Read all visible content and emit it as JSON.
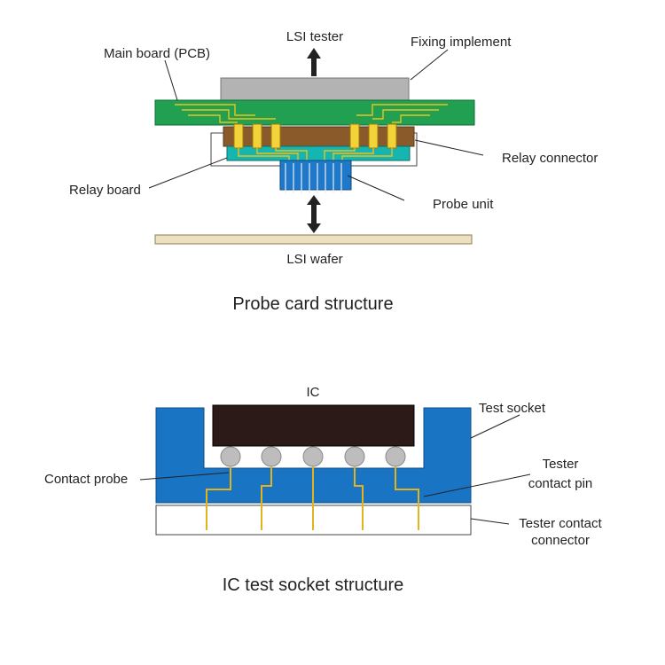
{
  "probe_card": {
    "title": "Probe card structure",
    "labels": {
      "lsi_tester": "LSI tester",
      "main_board": "Main board (PCB)",
      "fixing_implement": "Fixing implement",
      "relay_connector": "Relay connector",
      "relay_board": "Relay board",
      "probe_unit": "Probe unit",
      "lsi_wafer": "LSI wafer"
    }
  },
  "ic_socket": {
    "title": "IC test socket structure",
    "labels": {
      "ic": "IC",
      "test_socket": "Test socket",
      "contact_probe": "Contact probe",
      "tester_contact_pin_line1": "Tester",
      "tester_contact_pin_line2": "contact pin",
      "tester_contact_connector_line1": "Tester contact",
      "tester_contact_connector_line2": "connector"
    }
  },
  "colors": {
    "pcb_green": "#22a052",
    "relay_brown": "#8b5a2b",
    "relay_board_teal": "#17b5b0",
    "probe_blue": "#1f78c8",
    "trace_yellow": "#e9c21a",
    "wafer_beige": "#ede0bf",
    "socket_blue": "#1a74c4",
    "ic_dark": "#2b1a17",
    "ball_gray": "#bdbdbd"
  }
}
